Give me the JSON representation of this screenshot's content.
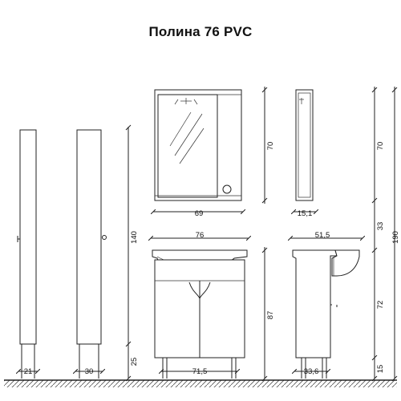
{
  "title": "Полина 76 PVC",
  "dimensions": {
    "pencil_narrow_width": "21",
    "pencil_wide_width": "30",
    "pencil_height": "140",
    "pencil_leg_height": "25",
    "mirror_height": "70",
    "mirror_width": "69",
    "mirror_side_height": "70",
    "mirror_side_depth": "15,1",
    "vanity_top_width": "76",
    "vanity_depth": "51,5",
    "vanity_body_height": "87",
    "vanity_leg_span": "71,5",
    "vanity_side_base_depth": "33,6",
    "right_gap_33": "33",
    "right_cabinet_72": "72",
    "right_leg_15": "15",
    "right_total_190": "190"
  }
}
